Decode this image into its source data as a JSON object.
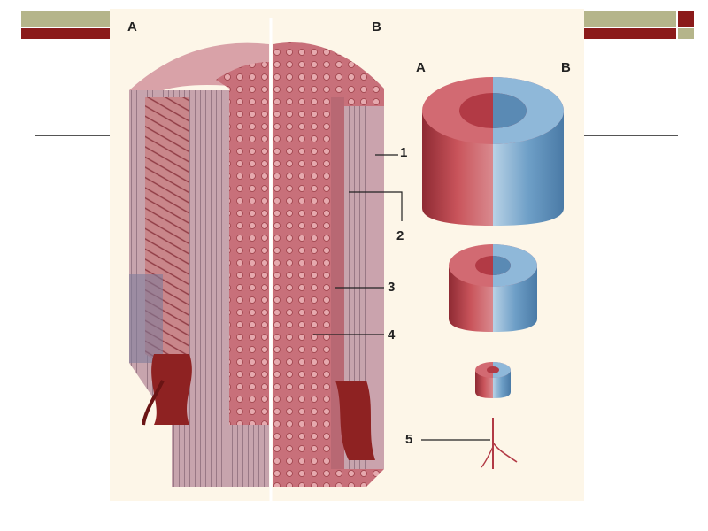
{
  "figure": {
    "vessel_labels": {
      "artery": "A",
      "vein": "B"
    },
    "ring_labels": {
      "artery": "A",
      "vein": "B"
    },
    "numbered_callouts": [
      "1",
      "2",
      "3",
      "4",
      "5"
    ]
  },
  "colors": {
    "artery_red": "#b8414a",
    "vein_blue": "#6a9ec9",
    "title_bar_olive": "#b5b58a",
    "title_bar_maroon": "#8b1a1a"
  }
}
